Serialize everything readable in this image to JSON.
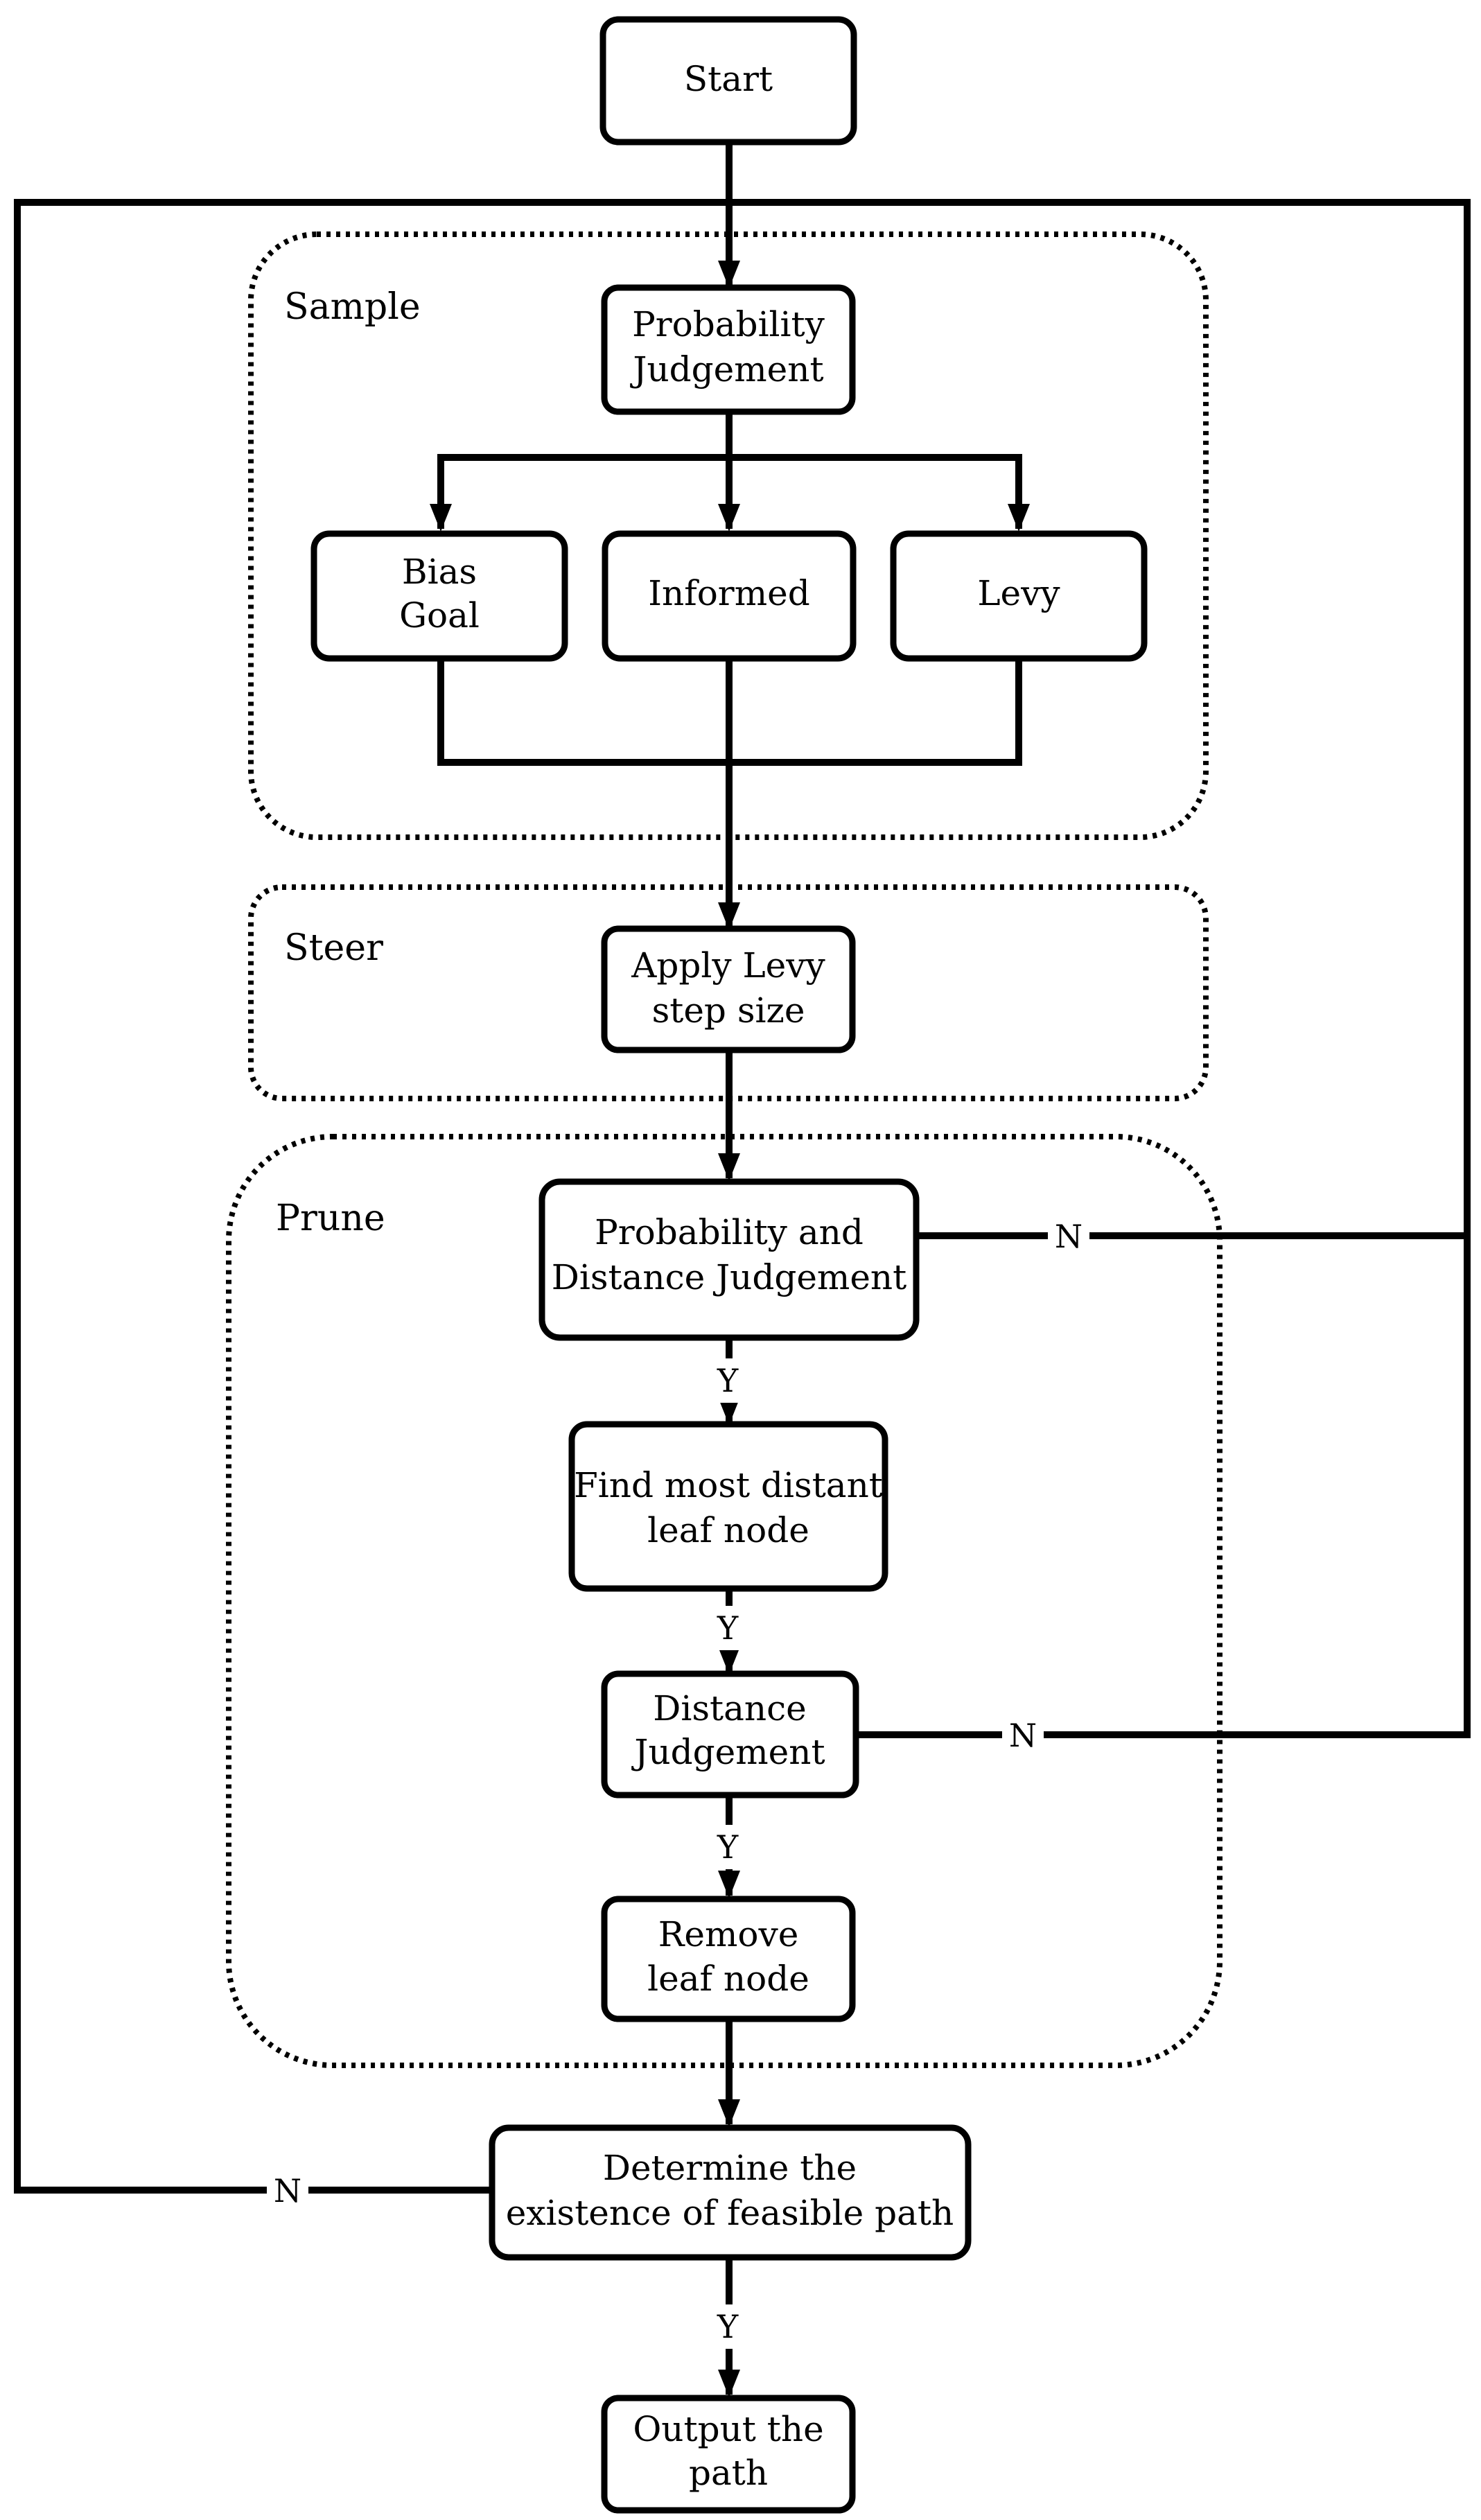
{
  "groups": {
    "sample": "Sample",
    "steer": "Steer",
    "prune": "Prune"
  },
  "nodes": {
    "start": [
      "Start"
    ],
    "probability_judgement": [
      "Probability",
      "Judgement"
    ],
    "bias_goal": [
      "Bias",
      "Goal"
    ],
    "informed": [
      "Informed"
    ],
    "levy": [
      "Levy"
    ],
    "apply_levy": [
      "Apply Levy",
      "step size"
    ],
    "prob_dist_judgement": [
      "Probability and",
      "Distance Judgement"
    ],
    "find_leaf": [
      "Find most distant",
      "leaf node"
    ],
    "distance_judgement": [
      "Distance",
      "Judgement"
    ],
    "remove_leaf": [
      "Remove",
      "leaf node"
    ],
    "determine_path": [
      "Determine the",
      "existence of feasible path"
    ],
    "output_path": [
      "Output the",
      "path"
    ]
  },
  "edge_labels": {
    "yes": "Y",
    "no": "N"
  }
}
